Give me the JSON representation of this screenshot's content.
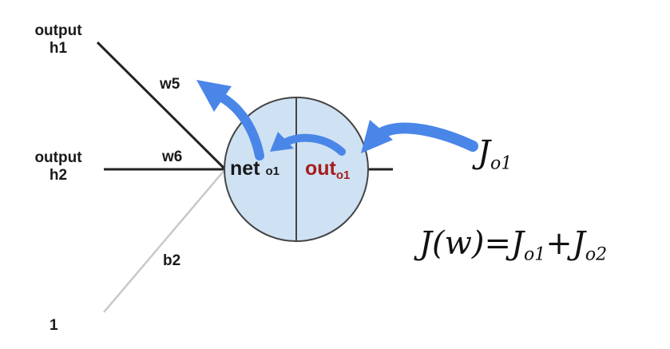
{
  "inputs": {
    "h1_line1": "output",
    "h1_line2": "h1",
    "h2_line1": "output",
    "h2_line2": "h2",
    "bias": "1"
  },
  "weights": {
    "w5": "w5",
    "w6": "w6",
    "b2": "b2"
  },
  "node": {
    "net": "net",
    "net_sub": "o1",
    "out": "out",
    "out_sub": "o1"
  },
  "error": {
    "J": "J",
    "J_sub": "o1",
    "total_lhs": "J(w)",
    "eq": "=",
    "plus": "+",
    "term1": "J",
    "term1_sub": "o1",
    "term2": "J",
    "term2_sub": "o2"
  },
  "colors": {
    "node_fill": "#cfe2f3",
    "arrow": "#4a86e8",
    "out_text": "#a61c1c",
    "line": "#222222",
    "bias_line": "#c8c8c8"
  }
}
